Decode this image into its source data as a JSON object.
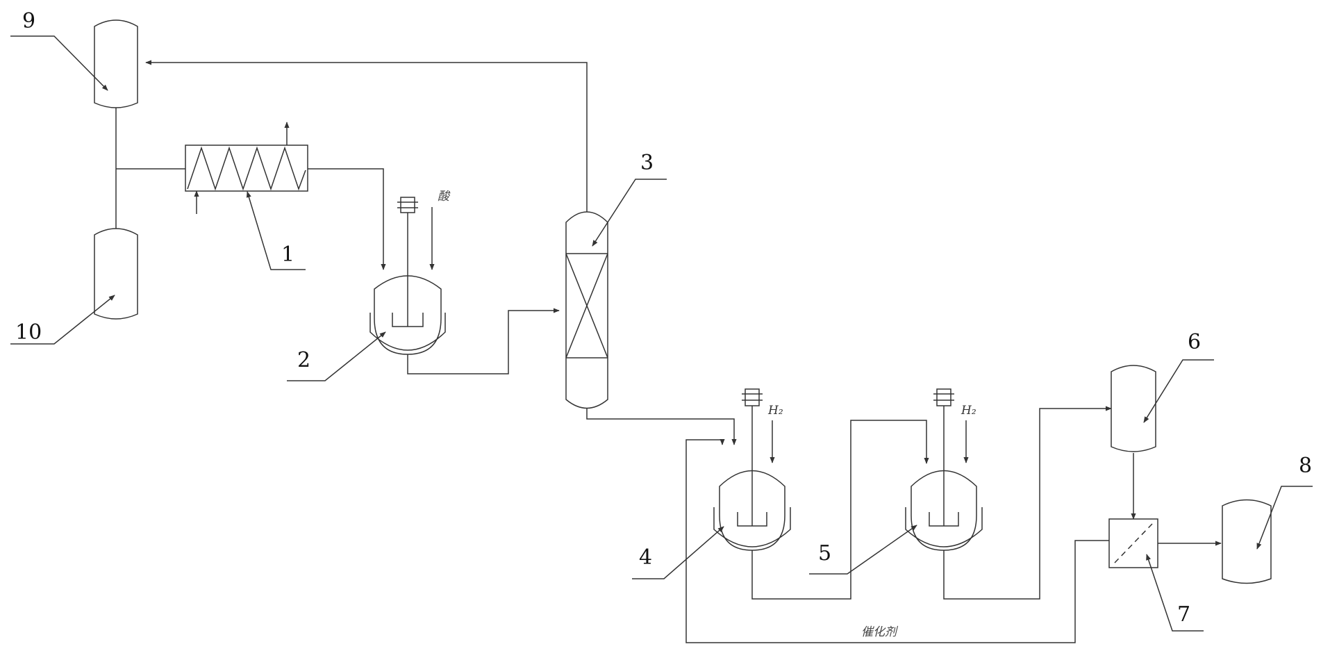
{
  "labels": {
    "n1": "1",
    "n2": "2",
    "n3": "3",
    "n4": "4",
    "n5": "5",
    "n6": "6",
    "n7": "7",
    "n8": "8",
    "n9": "9",
    "n10": "10"
  },
  "streams": {
    "acid": "酸",
    "h2_a": "H₂",
    "h2_b": "H₂",
    "catalyst": "催化剂"
  },
  "colors": {
    "line": "#333333",
    "text": "#111111",
    "background": "#ffffff"
  }
}
